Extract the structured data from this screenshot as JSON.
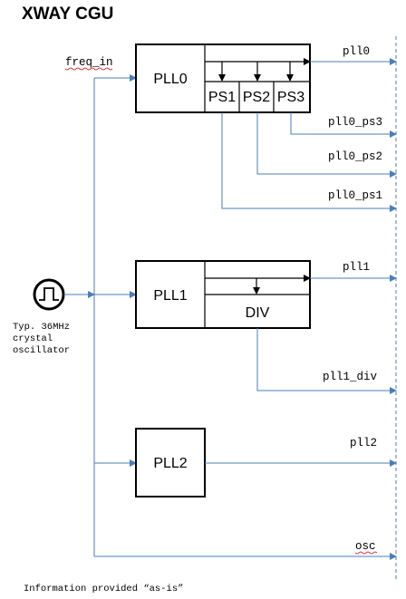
{
  "title": "XWAY CGU",
  "input_label": "freq_in",
  "oscillator": {
    "icon": "square-wave-icon",
    "lines": [
      "Typ. 36MHz",
      "crystal",
      "oscillator"
    ]
  },
  "blocks": {
    "pll0": "PLL0",
    "ps1": "PS1",
    "ps2": "PS2",
    "ps3": "PS3",
    "pll1": "PLL1",
    "div": "DIV",
    "pll2": "PLL2"
  },
  "outputs": {
    "pll0": "pll0",
    "pll0_ps3": "pll0_ps3",
    "pll0_ps2": "pll0_ps2",
    "pll0_ps1": "pll0_ps1",
    "pll1": "pll1",
    "pll1_div": "pll1_div",
    "pll2": "pll2",
    "osc": "osc"
  },
  "footer": "Information provided “as-is”",
  "colors": {
    "signal": "#4a7ebb",
    "block": "#000000",
    "spellcheck": "#d00000"
  }
}
